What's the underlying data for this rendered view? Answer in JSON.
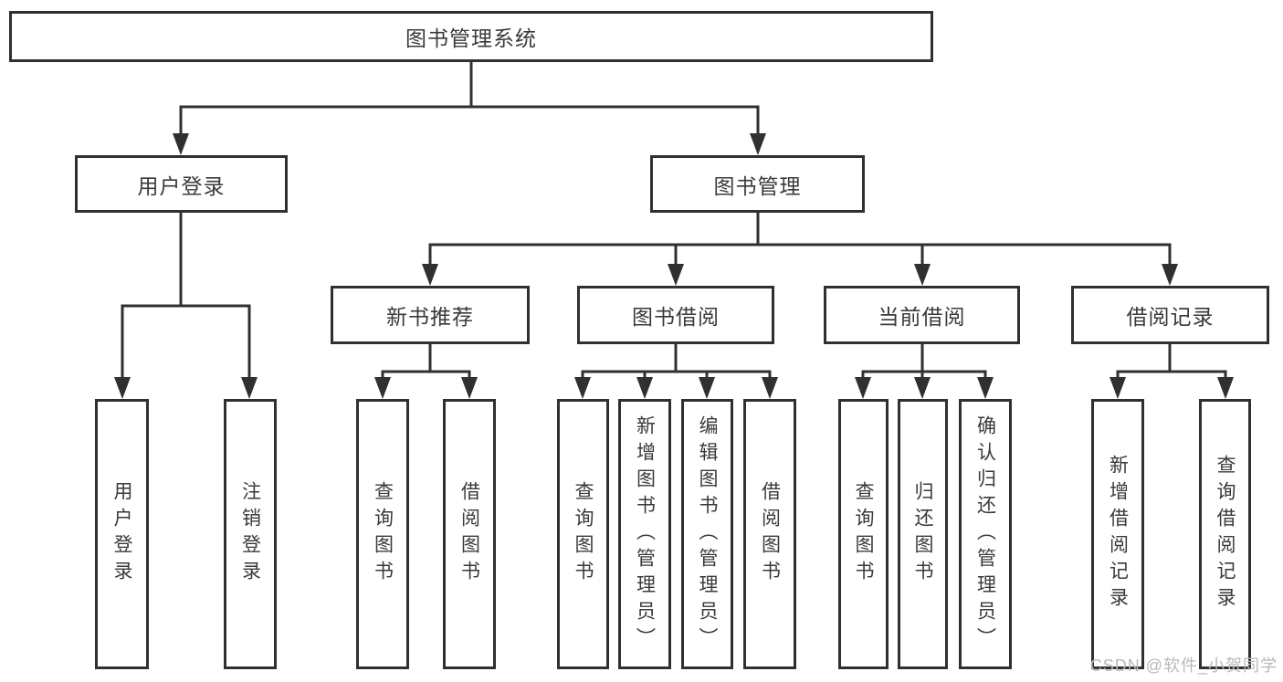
{
  "colors": {
    "line": "#303030",
    "text": "#3a3a3a",
    "background": "#ffffff",
    "watermark": "#b9b9b9"
  },
  "watermark": "CSDN @软件_小贺同学",
  "root": {
    "label": "图书管理系统"
  },
  "branches": [
    {
      "label": "用户登录",
      "children": [
        {
          "label": "用户登录"
        },
        {
          "label": "注销登录"
        }
      ]
    },
    {
      "label": "图书管理",
      "children": [
        {
          "label": "新书推荐",
          "children": [
            {
              "label": "查询图书"
            },
            {
              "label": "借阅图书"
            }
          ]
        },
        {
          "label": "图书借阅",
          "children": [
            {
              "label": "查询图书"
            },
            {
              "label": "新增图书（管理员）"
            },
            {
              "label": "编辑图书（管理员）"
            },
            {
              "label": "借阅图书"
            }
          ]
        },
        {
          "label": "当前借阅",
          "children": [
            {
              "label": "查询图书"
            },
            {
              "label": "归还图书"
            },
            {
              "label": "确认归还（管理员）"
            }
          ]
        },
        {
          "label": "借阅记录",
          "children": [
            {
              "label": "新增借阅记录"
            },
            {
              "label": "查询借阅记录"
            }
          ]
        }
      ]
    }
  ]
}
